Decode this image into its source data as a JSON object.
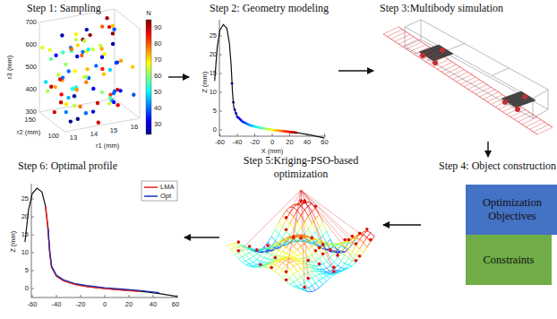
{
  "diagram": {
    "nodes": [
      {
        "text": [
          "Step 1: Sampling"
        ]
      },
      {
        "text": [
          "Step 2: Geometry modeling"
        ]
      },
      {
        "text": [
          "Step 3:Multibody simulation"
        ]
      },
      {
        "text": [
          "Step 4: Object construction"
        ]
      },
      {
        "text": [
          "Optimization Objectives"
        ],
        "in": 3
      },
      {
        "text": [
          "Constraints"
        ],
        "in": 3
      },
      {
        "text": [
          "Step 5:Kriging-PSO-based optimization"
        ]
      },
      {
        "text": [
          "Step 6: Optimal profile"
        ]
      }
    ],
    "edges": [
      {
        "from": 0,
        "to": 1,
        "arrow": "to"
      },
      {
        "from": 1,
        "to": 2,
        "arrow": "to"
      },
      {
        "from": 2,
        "to": 3,
        "arrow": "to"
      },
      {
        "from": 3,
        "to": 6,
        "arrow": "to"
      },
      {
        "from": 6,
        "to": 7,
        "arrow": "to"
      }
    ],
    "labels": [
      "700",
      "600",
      "500",
      "400",
      "300",
      "r3 (mm)",
      "150",
      "100",
      "r2 (mm)",
      "13",
      "14",
      "15",
      "16",
      "r1 (mm)",
      "N",
      "90",
      "80",
      "70",
      "60",
      "50",
      "40",
      "30",
      "25",
      "20",
      "15",
      "10",
      "5",
      "0",
      "Z (mm)",
      "-60",
      "-40",
      "-20",
      "0",
      "20",
      "40",
      "60",
      "X (mm)",
      "25",
      "20",
      "15",
      "10",
      "5",
      "0",
      "Z (mm)",
      "-60",
      "-40",
      "-20",
      "0",
      "20",
      "40",
      "60"
    ],
    "legend": [
      {
        "text": "LMA"
      },
      {
        "text": "Opt"
      }
    ]
  }
}
